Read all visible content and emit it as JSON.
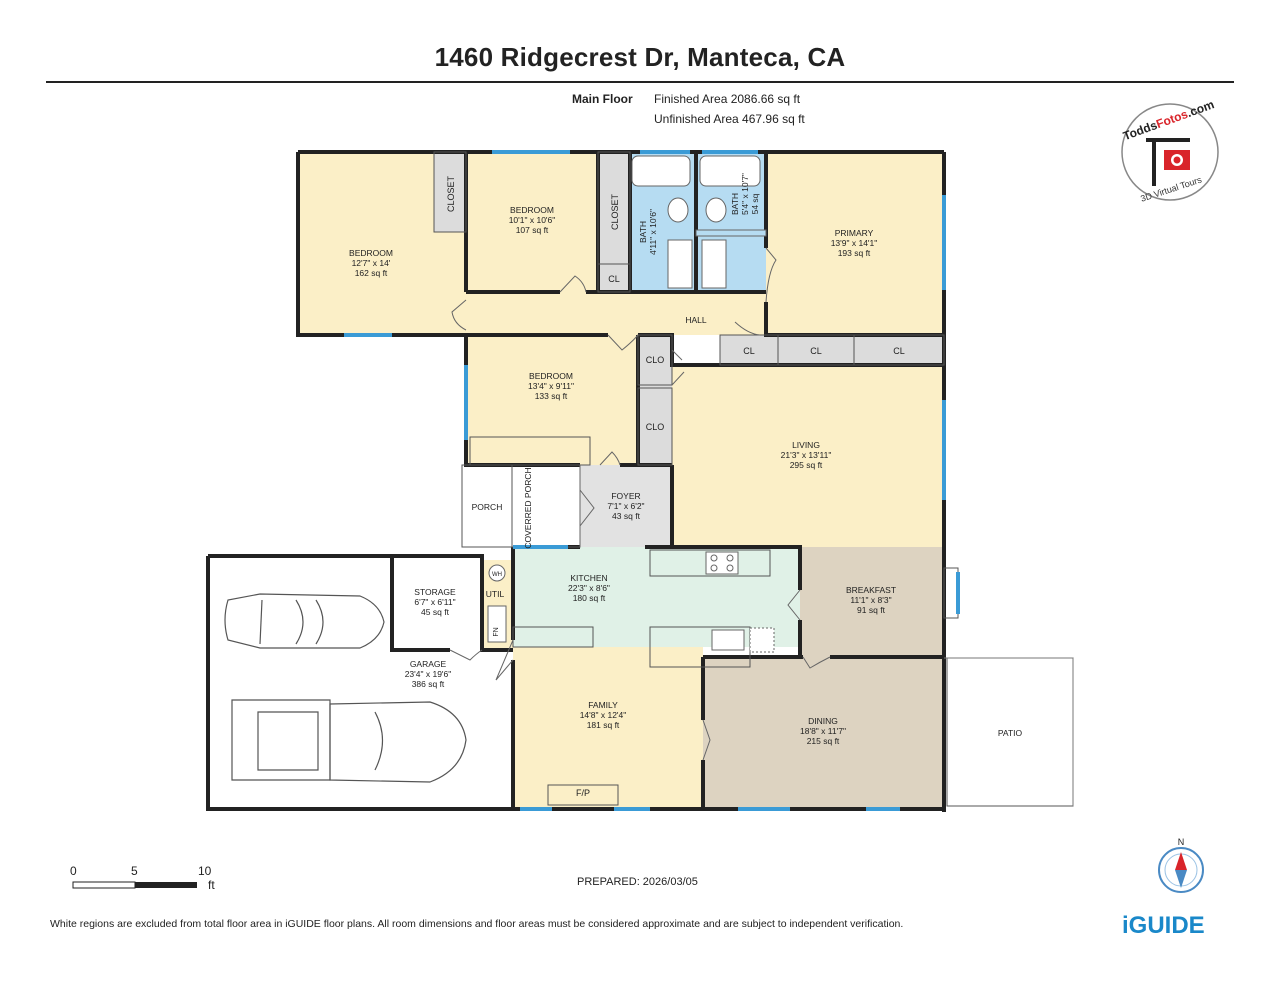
{
  "title": "1460 Ridgecrest Dr, Manteca, CA",
  "floor_label": "Main Floor",
  "finished_area": "Finished Area 2086.66 sq ft",
  "unfinished_area": "Unfinished Area 467.96 sq ft",
  "brand": {
    "name_a": "Todds",
    "name_b": "Fotos",
    "name_c": ".com",
    "tagline": "3D Virtual Tours"
  },
  "rooms": {
    "bedroom1": {
      "name": "BEDROOM",
      "dims": "12'7\" x 14'",
      "area": "162 sq ft"
    },
    "bedroom2": {
      "name": "BEDROOM",
      "dims": "10'1\" x 10'6\"",
      "area": "107 sq ft"
    },
    "bath1": {
      "name": "BATH",
      "dims": "4'11\" x 10'6\""
    },
    "bath2": {
      "name": "BATH",
      "dims": "5'4\" x 10'7\"",
      "area": "54 sq"
    },
    "primary": {
      "name": "PRIMARY",
      "dims": "13'9\" x 14'1\"",
      "area": "193 sq ft"
    },
    "hall": {
      "name": "HALL"
    },
    "bedroom3": {
      "name": "BEDROOM",
      "dims": "13'4\" x 9'11\"",
      "area": "133 sq ft"
    },
    "living": {
      "name": "LIVING",
      "dims": "21'3\" x 13'11\"",
      "area": "295 sq ft"
    },
    "foyer": {
      "name": "FOYER",
      "dims": "7'1\" x 6'2\"",
      "area": "43 sq ft"
    },
    "porch": {
      "name": "PORCH"
    },
    "covered_porch": {
      "name": "COVERRED PORCH"
    },
    "kitchen": {
      "name": "KITCHEN",
      "dims": "22'3\" x 8'6\"",
      "area": "180 sq ft"
    },
    "storage": {
      "name": "STORAGE",
      "dims": "6'7\" x 6'11\"",
      "area": "45 sq ft"
    },
    "util": {
      "name": "UTIL"
    },
    "garage": {
      "name": "GARAGE",
      "dims": "23'4\" x 19'6\"",
      "area": "386 sq ft"
    },
    "breakfast": {
      "name": "BREAKFAST",
      "dims": "11'1\" x 8'3\"",
      "area": "91 sq ft"
    },
    "family": {
      "name": "FAMILY",
      "dims": "14'8\" x 12'4\"",
      "area": "181 sq ft"
    },
    "dining": {
      "name": "DINING",
      "dims": "18'8\" x 11'7\"",
      "area": "215 sq ft"
    },
    "patio": {
      "name": "PATIO"
    }
  },
  "closets": {
    "closet": "CLOSET",
    "cl": "CL",
    "clo": "CLO"
  },
  "fixtures": {
    "fireplace": "F/P",
    "water_heater": "WH",
    "furnace": "FN"
  },
  "scale": {
    "t0": "0",
    "t5": "5",
    "t10": "10",
    "unit": "ft"
  },
  "north": "N",
  "prepared": "PREPARED: 2026/03/05",
  "disclaimer": "White regions are excluded from total floor area in iGUIDE floor plans. All room dimensions and floor areas must be considered approximate and are subject to independent verification.",
  "logo": "iGUIDE",
  "colors": {
    "bedroom": "#fbefc7",
    "bath": "#b6dcf2",
    "kitchen": "#e0f1e7",
    "dining": "#ddd3c1",
    "breakfast": "#ddd3c1",
    "foyer": "#e2e2e2",
    "closet": "#dcdcdc",
    "wall": "#222222",
    "window": "#3a9bd6",
    "brand_red": "#d9242a",
    "logo_blue": "#1a88c9"
  }
}
